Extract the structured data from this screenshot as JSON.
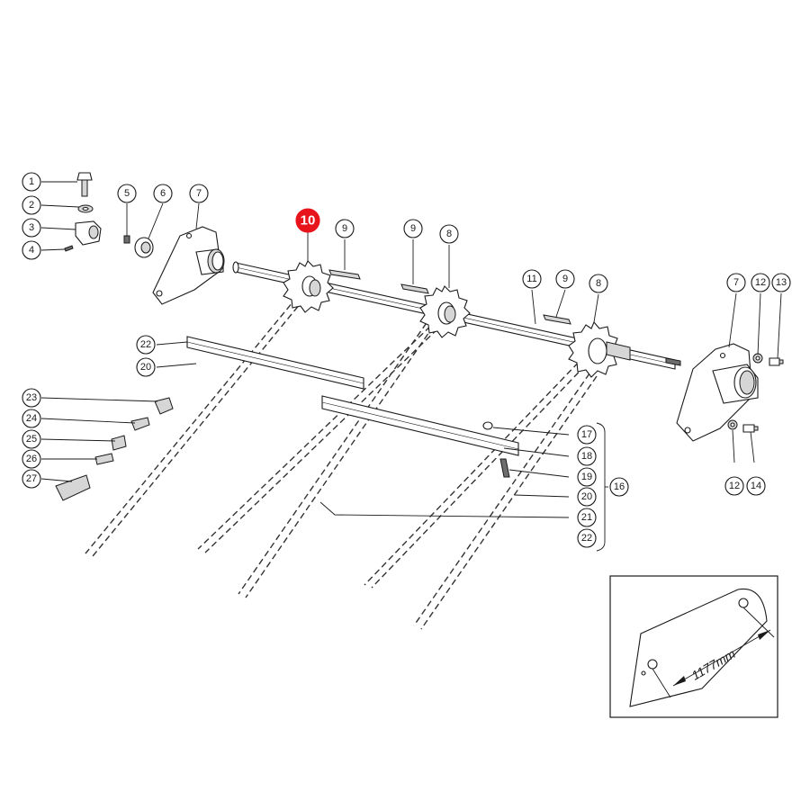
{
  "diagram": {
    "highlighted_part": "10",
    "callouts": [
      "1",
      "2",
      "3",
      "4",
      "5",
      "6",
      "7",
      "9",
      "10",
      "9",
      "8",
      "11",
      "9",
      "8",
      "7",
      "12",
      "13",
      "22",
      "20",
      "23",
      "24",
      "25",
      "26",
      "27",
      "17",
      "18",
      "19",
      "20",
      "21",
      "22",
      "16",
      "12",
      "14"
    ],
    "inset": {
      "dimension_label": "1177mm"
    }
  }
}
